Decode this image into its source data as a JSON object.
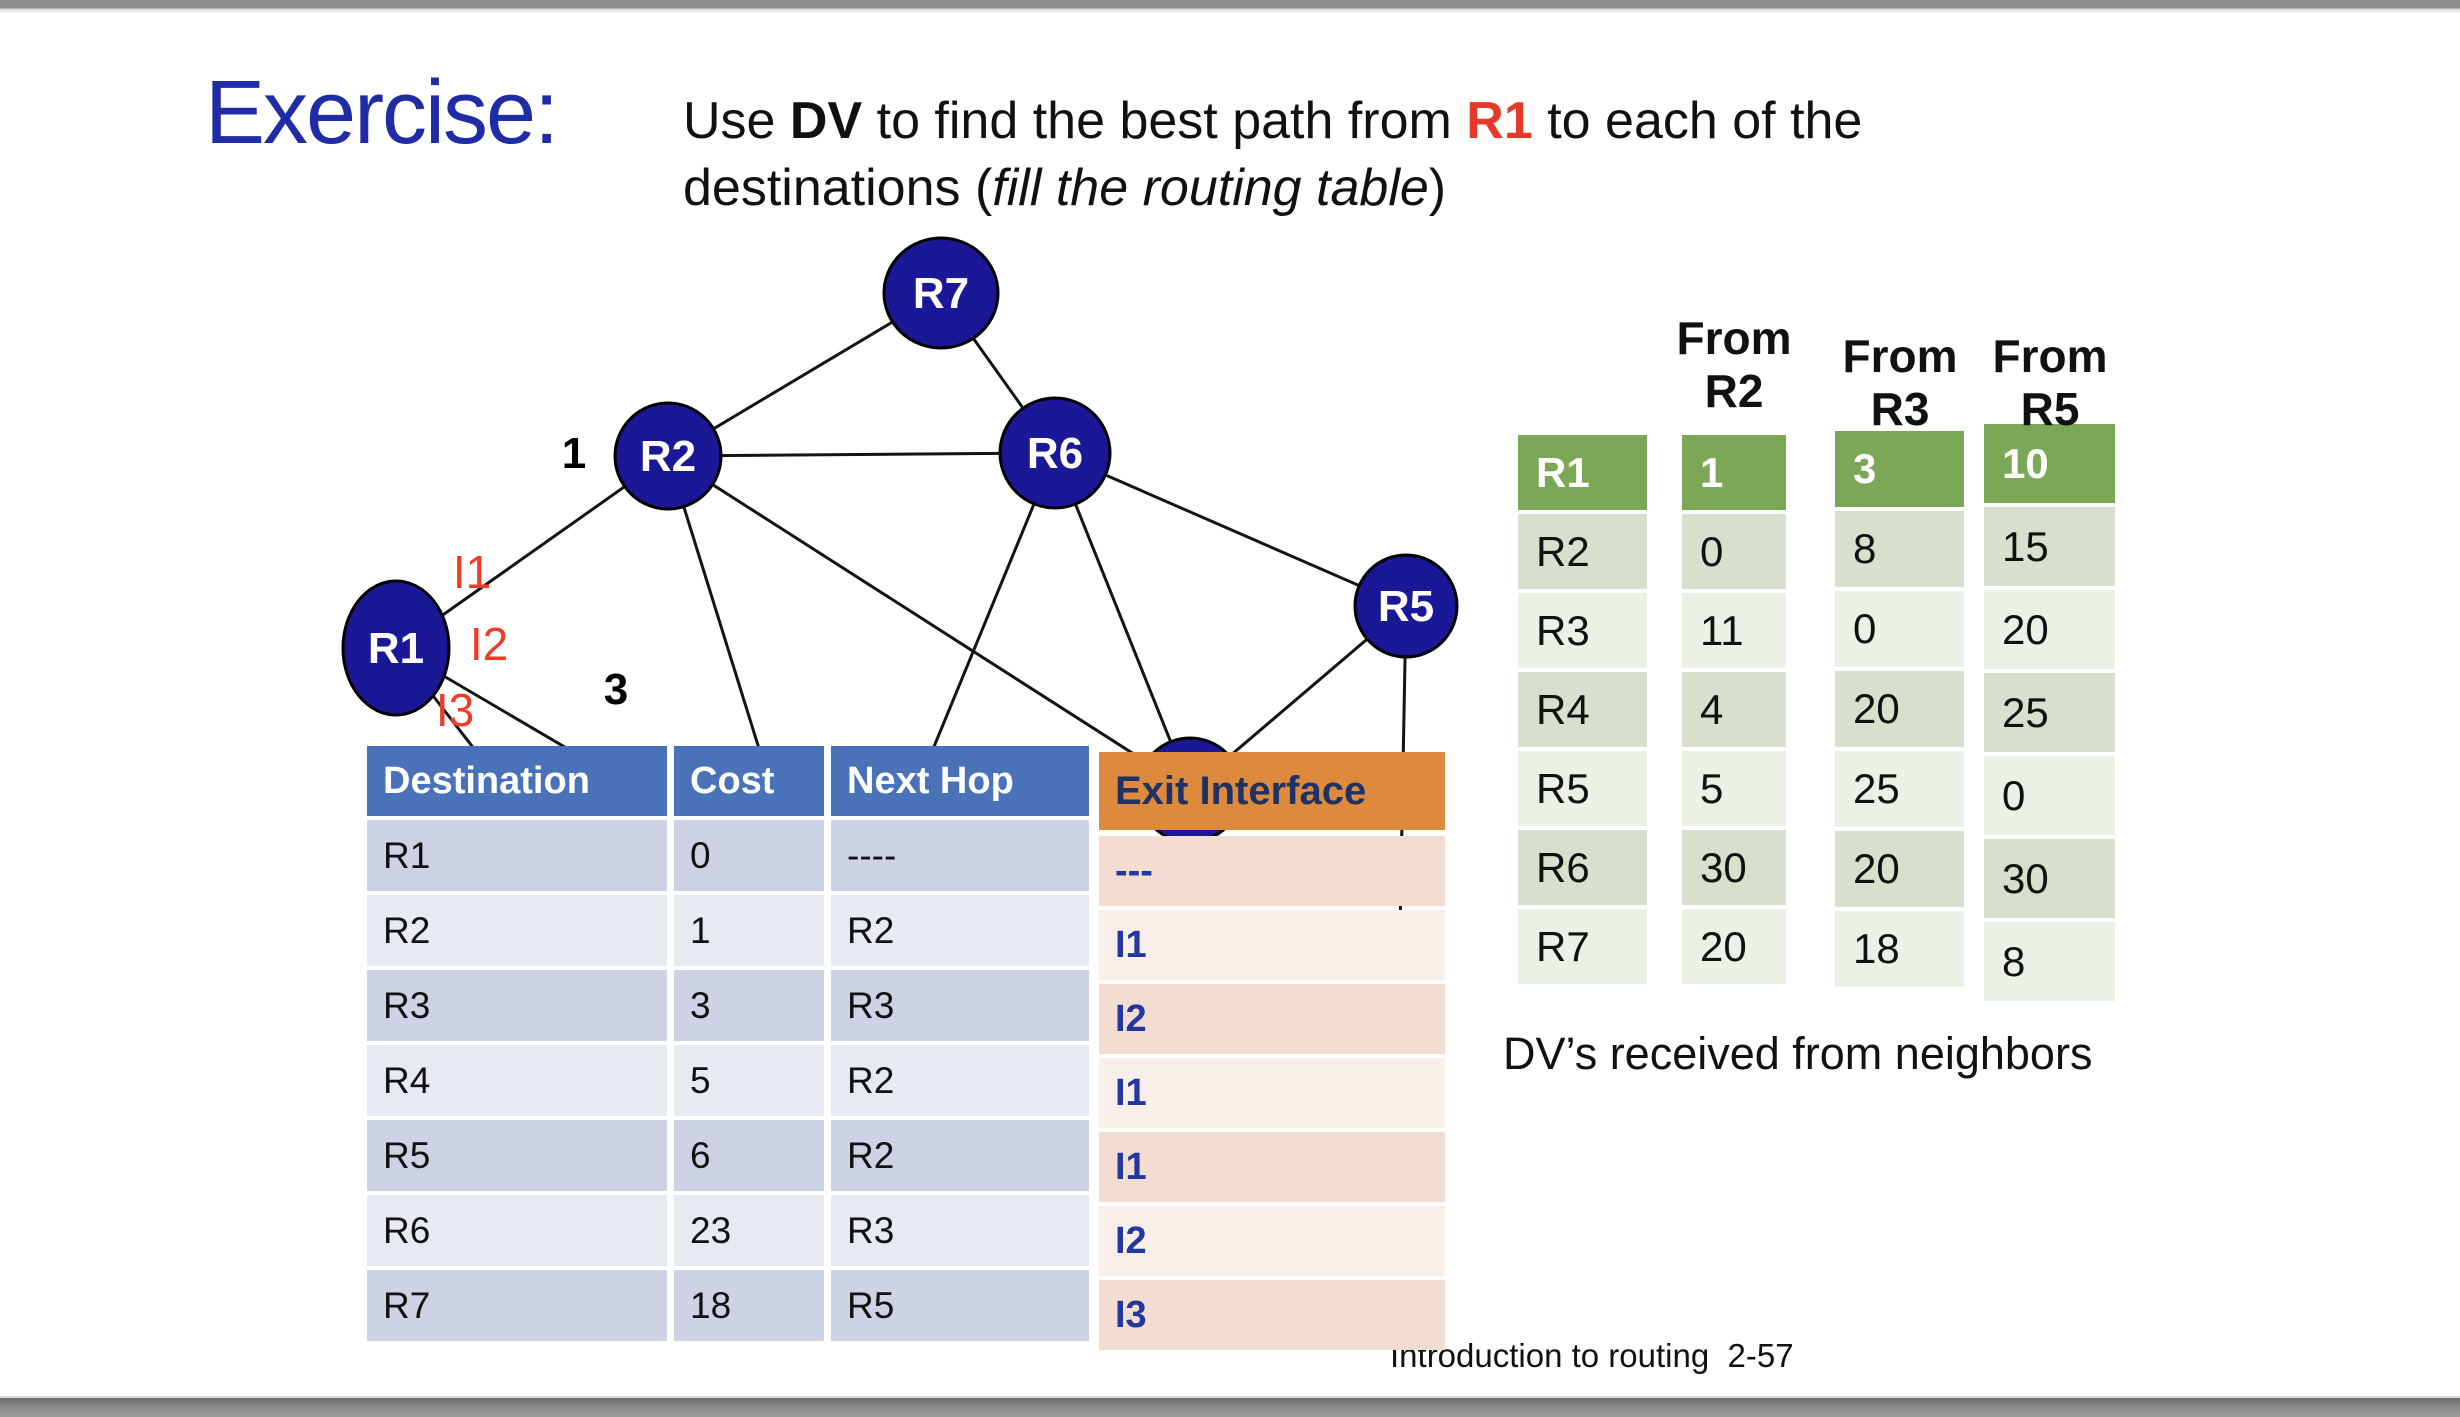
{
  "title": "Exercise:",
  "instruction": {
    "line1": [
      {
        "t": "Use "
      },
      {
        "t": "DV",
        "bold": true
      },
      {
        "t": " to find the best path from "
      },
      {
        "t": "R1",
        "bold": true,
        "red": true
      },
      {
        "t": " to each of the"
      }
    ],
    "line2": [
      {
        "t": "destinations ("
      },
      {
        "t": "fill the routing table",
        "italic": true
      },
      {
        "t": ")"
      }
    ]
  },
  "diagram": {
    "node_labels": [
      "R7",
      "R2",
      "R6",
      "R5",
      "R1"
    ],
    "edge_labels": [
      "1",
      "3"
    ],
    "interface_labels": [
      "I1",
      "I2",
      "I3"
    ],
    "colors": {
      "node_fill": "#1a1896",
      "node_stroke": "#000000",
      "edge": "#141414",
      "interface_label": "#f23b26",
      "edge_label": "#000000"
    }
  },
  "routing_table": {
    "headers": [
      "Destination",
      "Cost",
      "Next Hop"
    ],
    "exit_header": "Exit Interface",
    "rows": [
      {
        "destination": "R1",
        "cost": "0",
        "next_hop": "----",
        "exit": "---"
      },
      {
        "destination": "R2",
        "cost": "1",
        "next_hop": "R2",
        "exit": "I1"
      },
      {
        "destination": "R3",
        "cost": "3",
        "next_hop": "R3",
        "exit": "I2"
      },
      {
        "destination": "R4",
        "cost": "5",
        "next_hop": "R2",
        "exit": "I1"
      },
      {
        "destination": "R5",
        "cost": "6",
        "next_hop": "R2",
        "exit": "I1"
      },
      {
        "destination": "R6",
        "cost": "23",
        "next_hop": "R3",
        "exit": "I2"
      },
      {
        "destination": "R7",
        "cost": "18",
        "next_hop": "R5",
        "exit": "I3"
      }
    ],
    "colors": {
      "header_bg": "#4a72b8",
      "exit_header_bg": "#dd8a3e",
      "exit_text": "#22389e"
    }
  },
  "dv_panel": {
    "caption": "DV’s received from neighbors",
    "row_labels": [
      "R1",
      "R2",
      "R3",
      "R4",
      "R5",
      "R6",
      "R7"
    ],
    "columns": [
      {
        "header_line1": "From",
        "header_line2": "R2",
        "values": [
          "1",
          "0",
          "11",
          "4",
          "5",
          "30",
          "20"
        ]
      },
      {
        "header_line1": "From",
        "header_line2": "R3",
        "values": [
          "3",
          "8",
          "0",
          "20",
          "25",
          "20",
          "18"
        ]
      },
      {
        "header_line1": "From",
        "header_line2": "R5",
        "values": [
          "10",
          "15",
          "20",
          "25",
          "0",
          "30",
          "8"
        ]
      }
    ],
    "colors": {
      "highlight_bg": "#7ba757",
      "row_dark": "#d7e0cc",
      "row_light": "#ecf1e6"
    }
  },
  "footer": "Introduction to routing  2-57"
}
